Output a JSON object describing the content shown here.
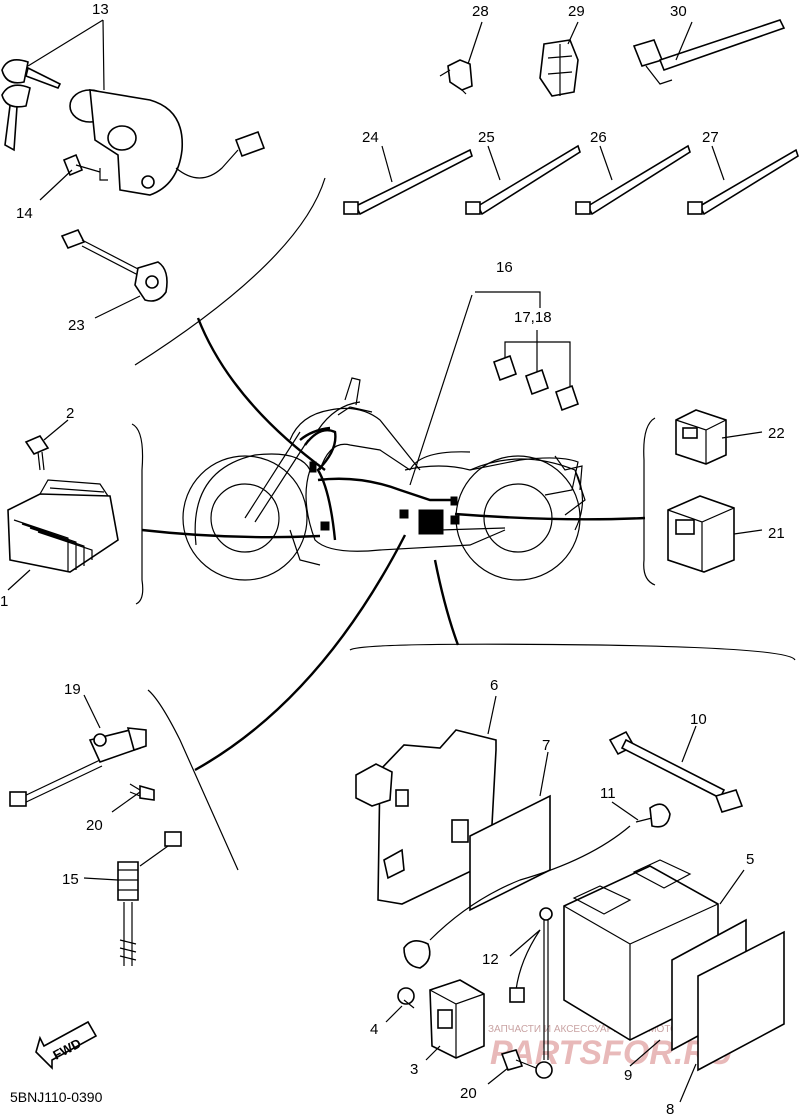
{
  "diagram": {
    "code": "5BNJ110-0390",
    "fwd_label": "FWD",
    "watermark_top": "ЗАПЧАСТИ И АКСЕССУАРЫ ДЛЯ МОТОТЕХНИКИ",
    "watermark_brand": "PARTSFOR.RU"
  },
  "callouts": [
    {
      "id": "c13",
      "text": "13"
    },
    {
      "id": "c14",
      "text": "14"
    },
    {
      "id": "c23",
      "text": "23"
    },
    {
      "id": "c28",
      "text": "28"
    },
    {
      "id": "c29",
      "text": "29"
    },
    {
      "id": "c30",
      "text": "30"
    },
    {
      "id": "c24",
      "text": "24"
    },
    {
      "id": "c25",
      "text": "25"
    },
    {
      "id": "c26",
      "text": "26"
    },
    {
      "id": "c27",
      "text": "27"
    },
    {
      "id": "c16",
      "text": "16"
    },
    {
      "id": "c1718",
      "text": "17,18"
    },
    {
      "id": "c2",
      "text": "2"
    },
    {
      "id": "c1",
      "text": "1"
    },
    {
      "id": "c22",
      "text": "22"
    },
    {
      "id": "c21",
      "text": "21"
    },
    {
      "id": "c19",
      "text": "19"
    },
    {
      "id": "c20a",
      "text": "20"
    },
    {
      "id": "c15",
      "text": "15"
    },
    {
      "id": "c6",
      "text": "6"
    },
    {
      "id": "c7",
      "text": "7"
    },
    {
      "id": "c10",
      "text": "10"
    },
    {
      "id": "c11",
      "text": "11"
    },
    {
      "id": "c5",
      "text": "5"
    },
    {
      "id": "c12",
      "text": "12"
    },
    {
      "id": "c4",
      "text": "4"
    },
    {
      "id": "c3",
      "text": "3"
    },
    {
      "id": "c20b",
      "text": "20"
    },
    {
      "id": "c9",
      "text": "9"
    },
    {
      "id": "c8",
      "text": "8"
    }
  ]
}
